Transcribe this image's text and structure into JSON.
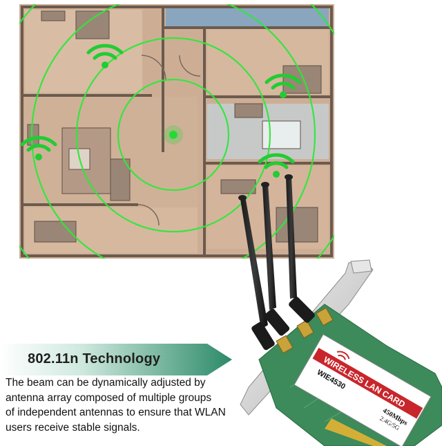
{
  "banner": {
    "title": "802.11n Technology",
    "color": "#2c8a69"
  },
  "description": {
    "lines": [
      "The beam can be dynamically adjusted by",
      "antenna array composed of multiple groups",
      "of independent antennas to ensure that WLAN",
      "users receive stable signals."
    ]
  },
  "card": {
    "brand_label": "WIRELESS LAN CARD",
    "model": "WIE4530",
    "speed": "450Mbps",
    "bands": "2.4G/5G"
  },
  "colors": {
    "floor": "#c9a98f",
    "signal": "#22dd33",
    "pcb": "#3d8a5a",
    "label_red": "#c8262b"
  }
}
